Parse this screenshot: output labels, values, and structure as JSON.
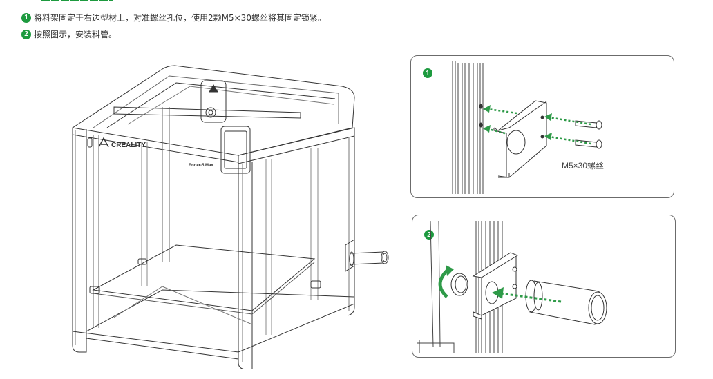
{
  "document": {
    "accent_color": "#1d9a3f",
    "steps": [
      {
        "number": "1",
        "text": "将料架固定于右边型材上，对准螺丝孔位，使用2颗M5×30螺丝将其固定锁紧。"
      },
      {
        "number": "2",
        "text": "按照图示，安装料管。"
      }
    ]
  },
  "illustration": {
    "printer": {
      "brand_label": "CREALITY",
      "model_label": "Ender-5 Max"
    },
    "detail_panels": [
      {
        "number": "1",
        "callout": "M5×30螺丝"
      },
      {
        "number": "2"
      }
    ]
  }
}
